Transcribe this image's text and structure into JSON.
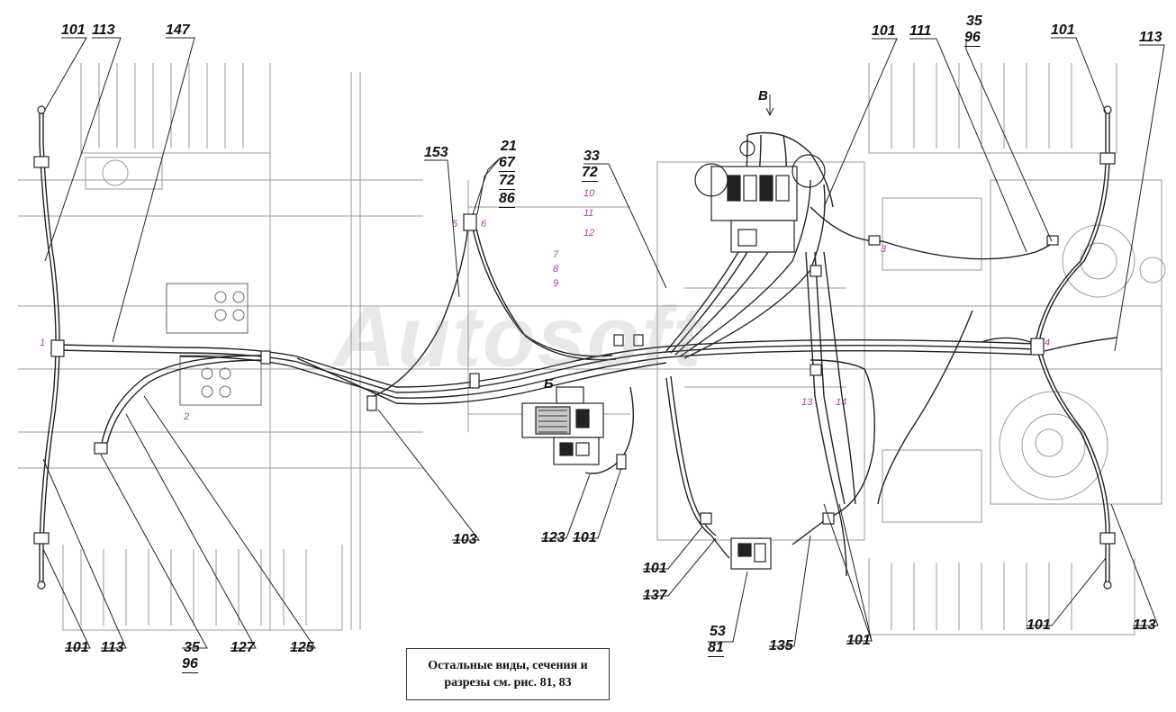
{
  "watermark": "Autosoft",
  "view_marks": {
    "b_view": "Б",
    "v_view": "В"
  },
  "note": {
    "line1": "Остальные виды, сечения и",
    "line2": "разрезы см. рис. 81,  83"
  },
  "callouts": {
    "c101_tl": "101",
    "c113_tl": "113",
    "c147": "147",
    "c153": "153",
    "c21": "21",
    "c67": "67",
    "c72a": "72",
    "c86": "86",
    "c33": "33",
    "c72b": "72",
    "c101_tc": "101",
    "c111": "111",
    "c35_tr": "35",
    "c96_tr": "96",
    "c101_tr": "101",
    "c113_tr": "113",
    "c103": "103",
    "c123": "123",
    "c101_bc": "101",
    "c101_b2": "101",
    "c137": "137",
    "c53": "53",
    "c81": "81",
    "c135": "135",
    "c101_br": "101",
    "c101_bl": "101",
    "c113_bl": "113",
    "c35_bl": "35",
    "c96_bl": "96",
    "c127": "127",
    "c125": "125",
    "c101_brr": "101",
    "c113_brr": "113"
  },
  "port_marks": {
    "m1": "1",
    "m2": "2",
    "m3": "3",
    "m4": "4",
    "m5": "5",
    "m6": "6",
    "m7": "7",
    "m8": "8",
    "m9": "9",
    "m10": "10",
    "m11": "11",
    "m12": "12",
    "m13": "13",
    "m14": "14"
  }
}
